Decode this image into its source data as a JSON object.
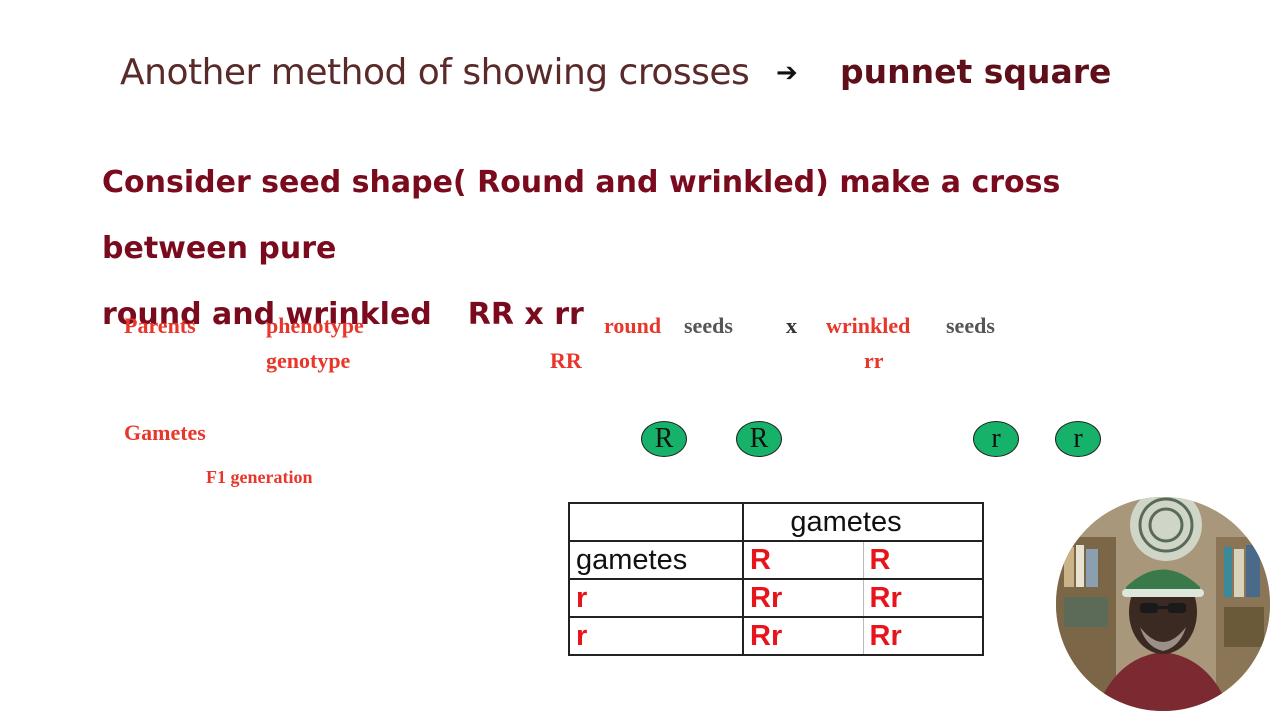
{
  "title": {
    "left": "Another method of showing crosses",
    "arrow": "➔",
    "right": "punnet square"
  },
  "consider": {
    "line1": "Consider seed shape( Round and wrinkled) make a cross between pure",
    "line2a": "round and wrinkled",
    "line2b": "RR x rr"
  },
  "cross": {
    "parents_label": "Parents",
    "phenotype_label": "phenotype",
    "genotype_label": "genotype",
    "round": "round",
    "seeds1": "seeds",
    "x": "x",
    "wrinkled": "wrinkled",
    "seeds2": "seeds",
    "genotype_left": "RR",
    "genotype_right": "rr",
    "gametes_label": "Gametes",
    "f1_label": "F1 generation",
    "gametes": [
      "R",
      "R",
      "r",
      "r"
    ]
  },
  "punnet": {
    "header": "gametes",
    "rows": [
      [
        "gametes",
        "R",
        "R"
      ],
      [
        "r",
        "Rr",
        "Rr"
      ],
      [
        "r",
        "Rr",
        "Rr"
      ]
    ]
  },
  "colors": {
    "gamete_fill": "#17b26a",
    "title_maroon": "#7a0b1e",
    "red": "#e8372a"
  }
}
